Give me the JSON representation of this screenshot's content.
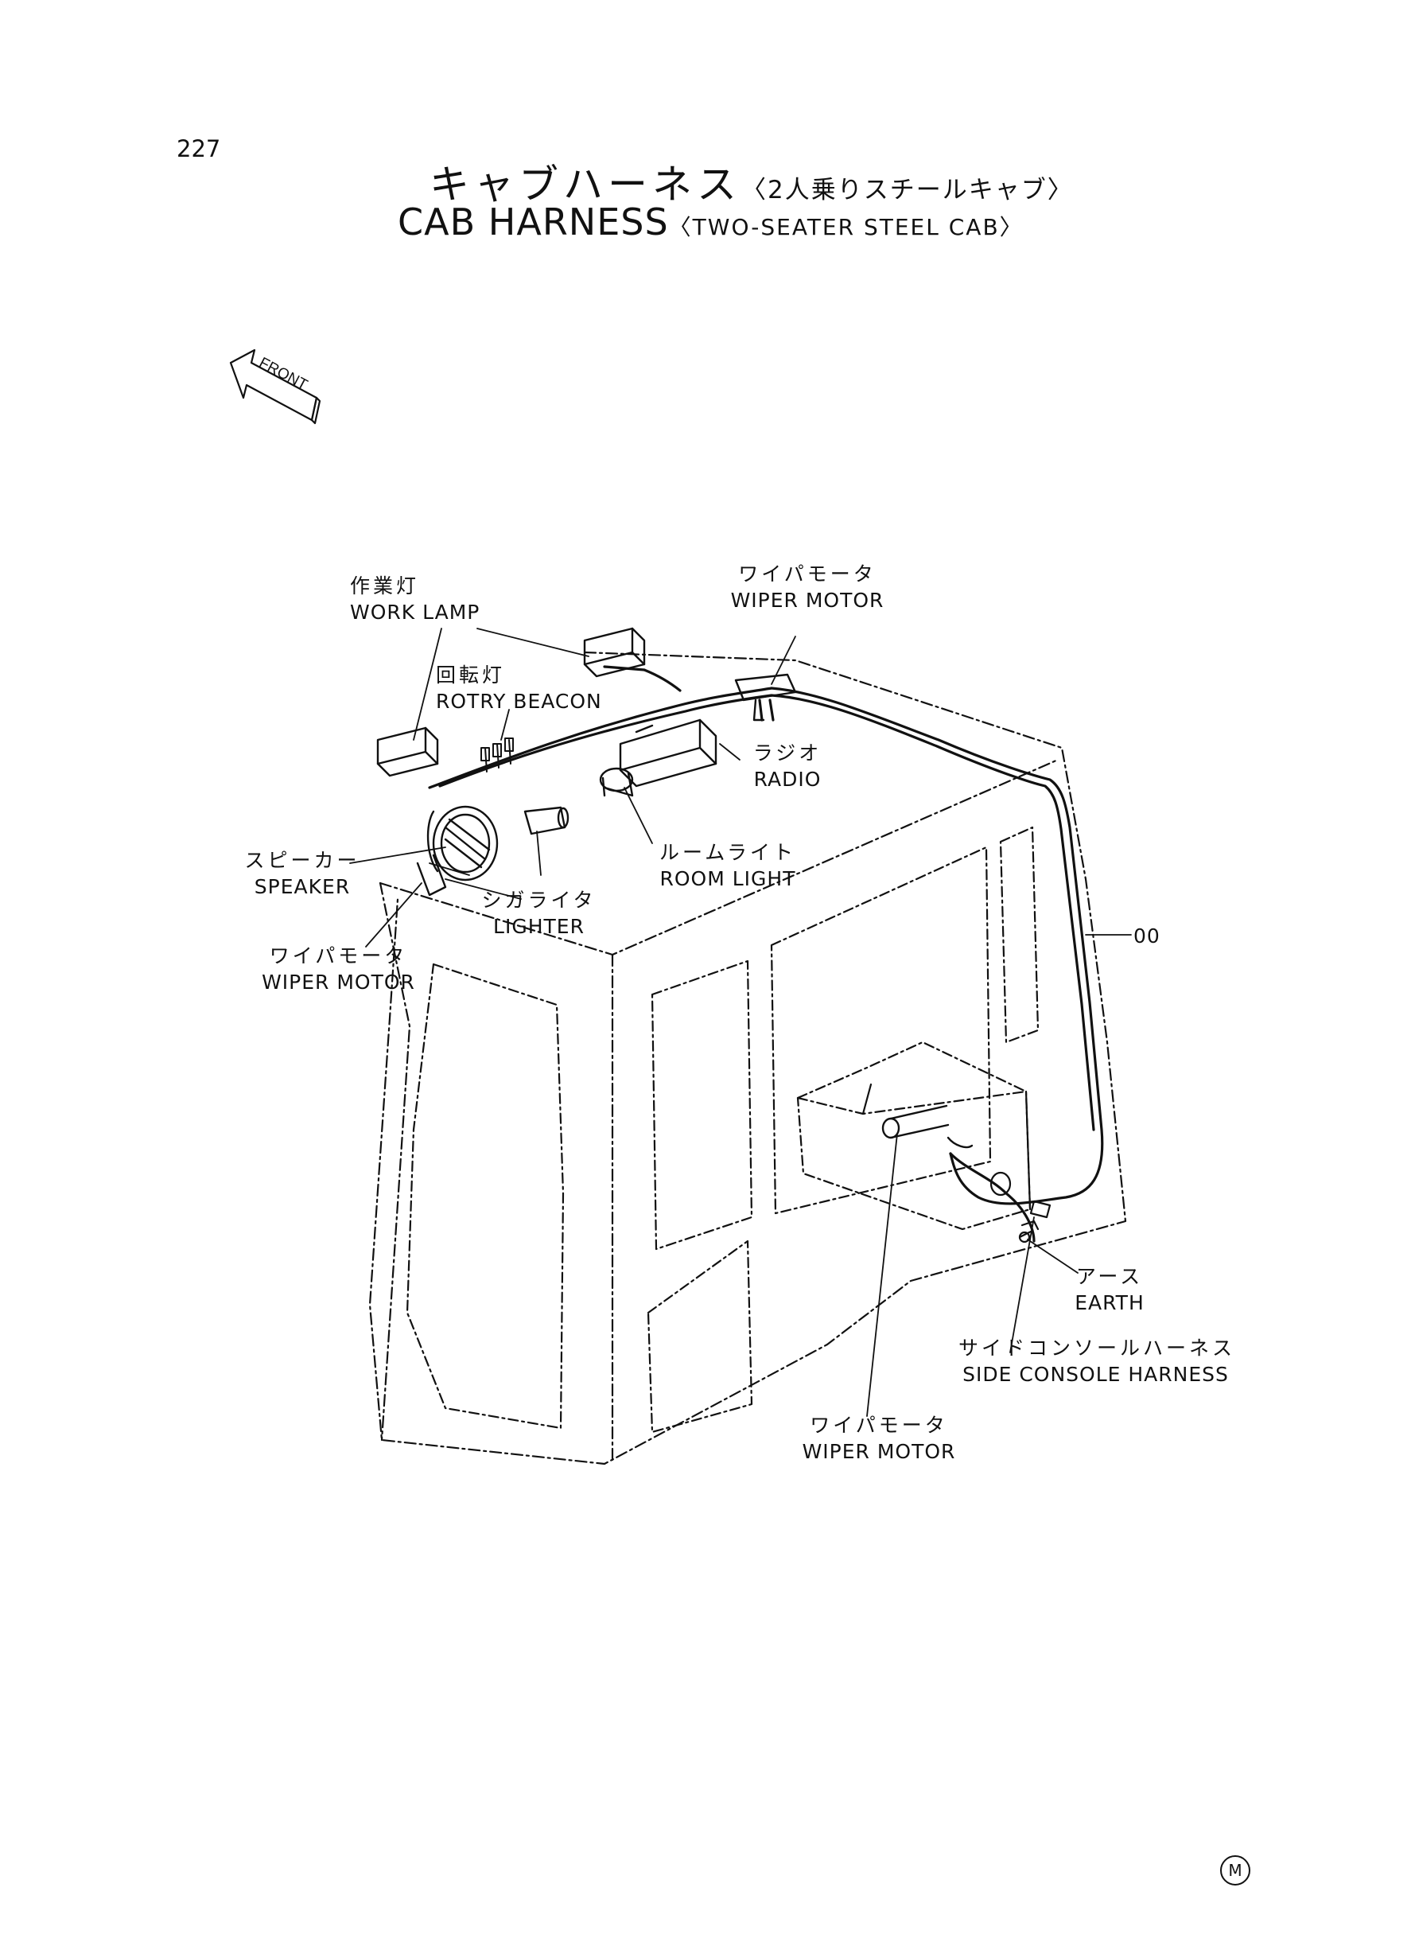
{
  "page": {
    "number": "227",
    "mark": "M"
  },
  "title": {
    "jp_main": "キャブハーネス",
    "jp_sub": "〈2人乗りスチールキャブ〉",
    "en_main": "CAB HARNESS",
    "en_sub": "〈TWO-SEATER STEEL CAB〉"
  },
  "front_arrow": "FRONT",
  "labels": {
    "work_lamp": {
      "jp": "作業灯",
      "en": "WORK LAMP"
    },
    "rotary_beacon": {
      "jp": "回転灯",
      "en": "ROTRY BEACON"
    },
    "wiper_motor_top": {
      "jp": "ワイパモータ",
      "en": "WIPER MOTOR"
    },
    "radio": {
      "jp": "ラジオ",
      "en": "RADIO"
    },
    "room_light": {
      "jp": "ルームライト",
      "en": "ROOM LIGHT"
    },
    "speaker": {
      "jp": "スピーカー",
      "en": "SPEAKER"
    },
    "lighter": {
      "jp": "シガライタ",
      "en": "LIGHTER"
    },
    "wiper_motor_left": {
      "jp": "ワイパモータ",
      "en": "WIPER MOTOR"
    },
    "harness_ref": "00",
    "earth": {
      "jp": "アース",
      "en": "EARTH"
    },
    "side_console": {
      "jp": "サイドコンソールハーネス",
      "en": "SIDE CONSOLE HARNESS"
    },
    "wiper_motor_bottom": {
      "jp": "ワイパモータ",
      "en": "WIPER MOTOR"
    }
  }
}
